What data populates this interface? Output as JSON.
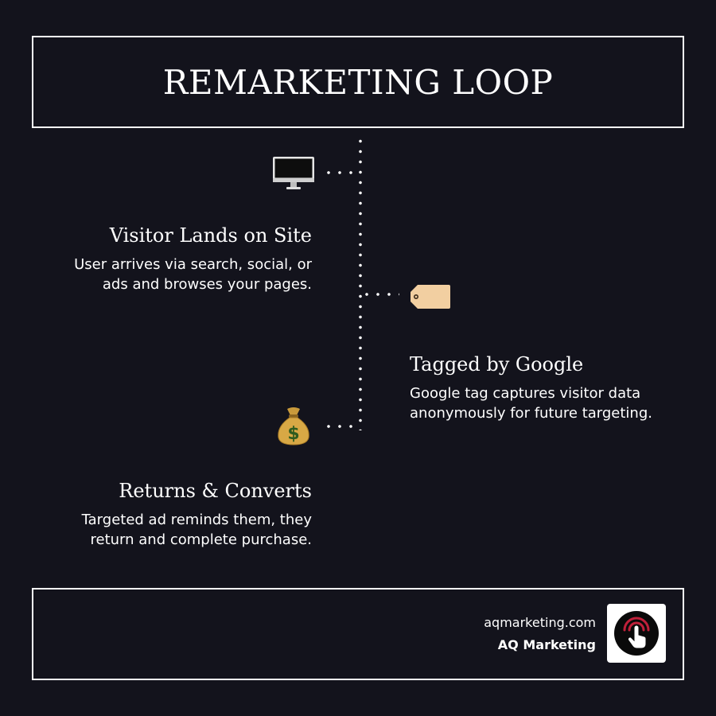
{
  "title": "REMARKETING LOOP",
  "steps": [
    {
      "icon": "desktop-computer-icon",
      "heading": "Visitor Lands on Site",
      "description_lines": [
        "User arrives via search, social, or",
        "ads and browses your pages."
      ]
    },
    {
      "icon": "label-tag-icon",
      "heading": "Tagged by Google",
      "description_lines": [
        "Google tag captures visitor data",
        "anonymously for future targeting."
      ]
    },
    {
      "icon": "money-bag-icon",
      "heading": "Returns & Converts",
      "description_lines": [
        "Targeted ad reminds them, they",
        "return and complete purchase."
      ]
    }
  ],
  "footer": {
    "url": "aqmarketing.com",
    "brand": "AQ Marketing",
    "logo_icon": "pointing-hand-click-icon"
  },
  "colors": {
    "background": "#13131c",
    "foreground": "#ffffff",
    "logo_accent": "#c0203a",
    "tag": "#f2cfa1"
  }
}
